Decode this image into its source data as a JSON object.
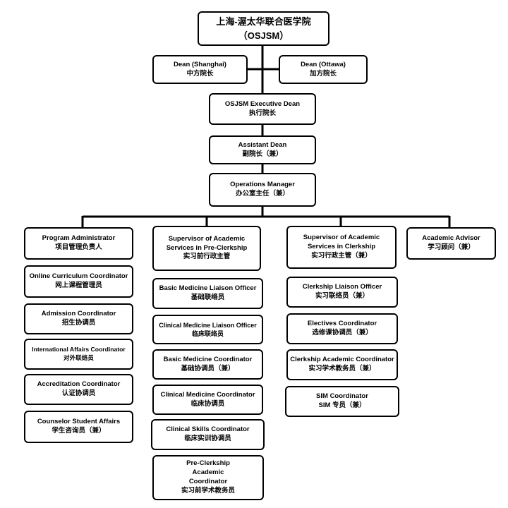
{
  "root": {
    "title": "上海-渥太华联合医学院",
    "subtitle": "（OSJSM）"
  },
  "dean_shanghai": {
    "en": "Dean (Shanghai)",
    "zh": "中方院长"
  },
  "dean_ottawa": {
    "en": "Dean (Ottawa)",
    "zh": "加方院长"
  },
  "executive_dean": {
    "en": "OSJSM Executive Dean",
    "zh": "执行院长"
  },
  "assistant_dean": {
    "en": "Assistant Dean",
    "zh": "副院长（兼）"
  },
  "operations_manager": {
    "en": "Operations Manager",
    "zh": "办公室主任（兼）"
  },
  "col1": [
    {
      "en": "Program Administrator",
      "zh": "项目管理负责人"
    },
    {
      "en": "Online Curriculum Coordinator",
      "zh": "网上课程管理员"
    },
    {
      "en": "Admission Coordinator",
      "zh": "招生协调员"
    },
    {
      "en": "International Affairs Coordinator",
      "zh": "对外联络员"
    },
    {
      "en": "Accreditation Coordinator",
      "zh": "认证协调员"
    },
    {
      "en": "Counselor Student Affairs",
      "zh": "学生咨询员（兼）"
    }
  ],
  "col2": [
    {
      "en": "Supervisor of Academic Services in Pre-Clerkship",
      "zh": "实习前行政主管"
    },
    {
      "en": "Basic Medicine Liaison Officer",
      "zh": "基础联络员"
    },
    {
      "en": "Clinical Medicine Liaison Officer",
      "zh": "临床联络员"
    },
    {
      "en": "Basic Medicine Coordinator",
      "zh": "基础协调员（兼）"
    },
    {
      "en": "Clinical Medicine Coordinator",
      "zh": "临床协调员"
    },
    {
      "en": "Clinical Skills Coordinator",
      "zh": "临床实训协调员"
    },
    {
      "en": "Pre-Clerkship Academic Coordinator",
      "zh": "实习前学术教务员"
    }
  ],
  "col3": [
    {
      "en": "Supervisor of Academic Services in Clerkship",
      "zh": "实习行政主管（兼）"
    },
    {
      "en": "Clerkship Liaison Officer",
      "zh": "实习联络员（兼）"
    },
    {
      "en": "Electives Coordinator",
      "zh": "选修课协调员（兼）"
    },
    {
      "en": "Clerkship Academic Coordinator",
      "zh": "实习学术教务员（兼）"
    },
    {
      "en": "SIM Coordinator",
      "zh": "SIM 专员（兼）"
    }
  ],
  "col4": [
    {
      "en": "Academic Advisor",
      "zh": "学习顾问（兼）"
    }
  ]
}
